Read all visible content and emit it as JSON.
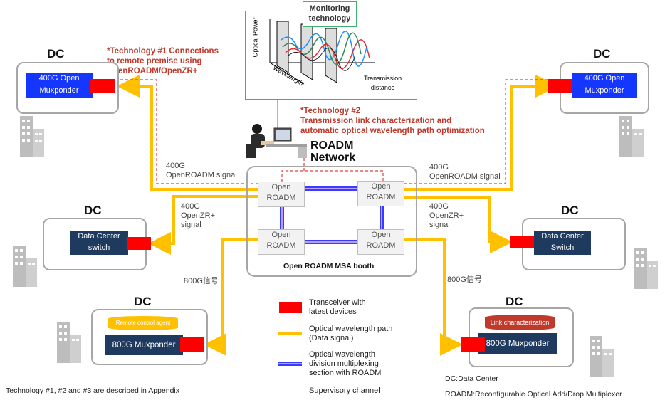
{
  "dc_label": "DC",
  "top_left_dc": {
    "device": "400G Open\nMuxponder"
  },
  "top_right_dc": {
    "device": "400G Open\nMuxponder"
  },
  "mid_left_dc": {
    "device": "Data Center\nswitch"
  },
  "mid_right_dc": {
    "device": "Data Center\nSwitch"
  },
  "bottom_left_dc": {
    "agent": "Remote control agent",
    "device": "800G Muxponder"
  },
  "bottom_right_dc": {
    "agent": "Link characterization",
    "device": "800G Muxponder"
  },
  "monitoring": {
    "title": "Monitoring\ntechnology",
    "y_axis": "Optical Power",
    "x_axis": "Wavelength",
    "z_axis": "Transmission\ndistance"
  },
  "technology1": "*Technology #1  Connections\nto remote premise using\nOpenROADM/OpenZR+",
  "technology2": "*Technology #2\nTransmission link characterization and\nautomatic optical wavelength path optimization",
  "network_title": "ROADM\nNetwork",
  "roadm_node_label": "Open\nROADM",
  "booth_label": "Open ROADM MSA booth",
  "signals": {
    "openroadm_left": "400G\nOpenROADM signal",
    "openroadm_right": "400G\nOpenROADM signal",
    "openzr_left": "400G\nOpenZR+\nsignal",
    "openzr_right": "400G\nOpenZR+\nsignal",
    "g800_left": "800G信号",
    "g800_right": "800G信号"
  },
  "legend": {
    "transceiver": "Transceiver with\nlatest devices",
    "path": "Optical wavelength path\n(Data signal)",
    "wdm": "Optical wavelength\ndivision multiplexing\nsection with ROADM",
    "supervisory": "Supervisory channel"
  },
  "footnote": "Technology #1, #2 and #3 are described in Appendix",
  "abbrev_dc": "DC:Data Center",
  "abbrev_roadm": "ROADM:Reconfigurable Optical Add/Drop Multiplexer",
  "colors": {
    "path": "#ffc000",
    "transceiver": "#ff0000",
    "supervisory": "#e04040",
    "wdm_outer": "#3b3bff",
    "wdm_inner": "#b8a0ff",
    "muxponder": "#1436ff",
    "switch": "#1f3a5f"
  }
}
